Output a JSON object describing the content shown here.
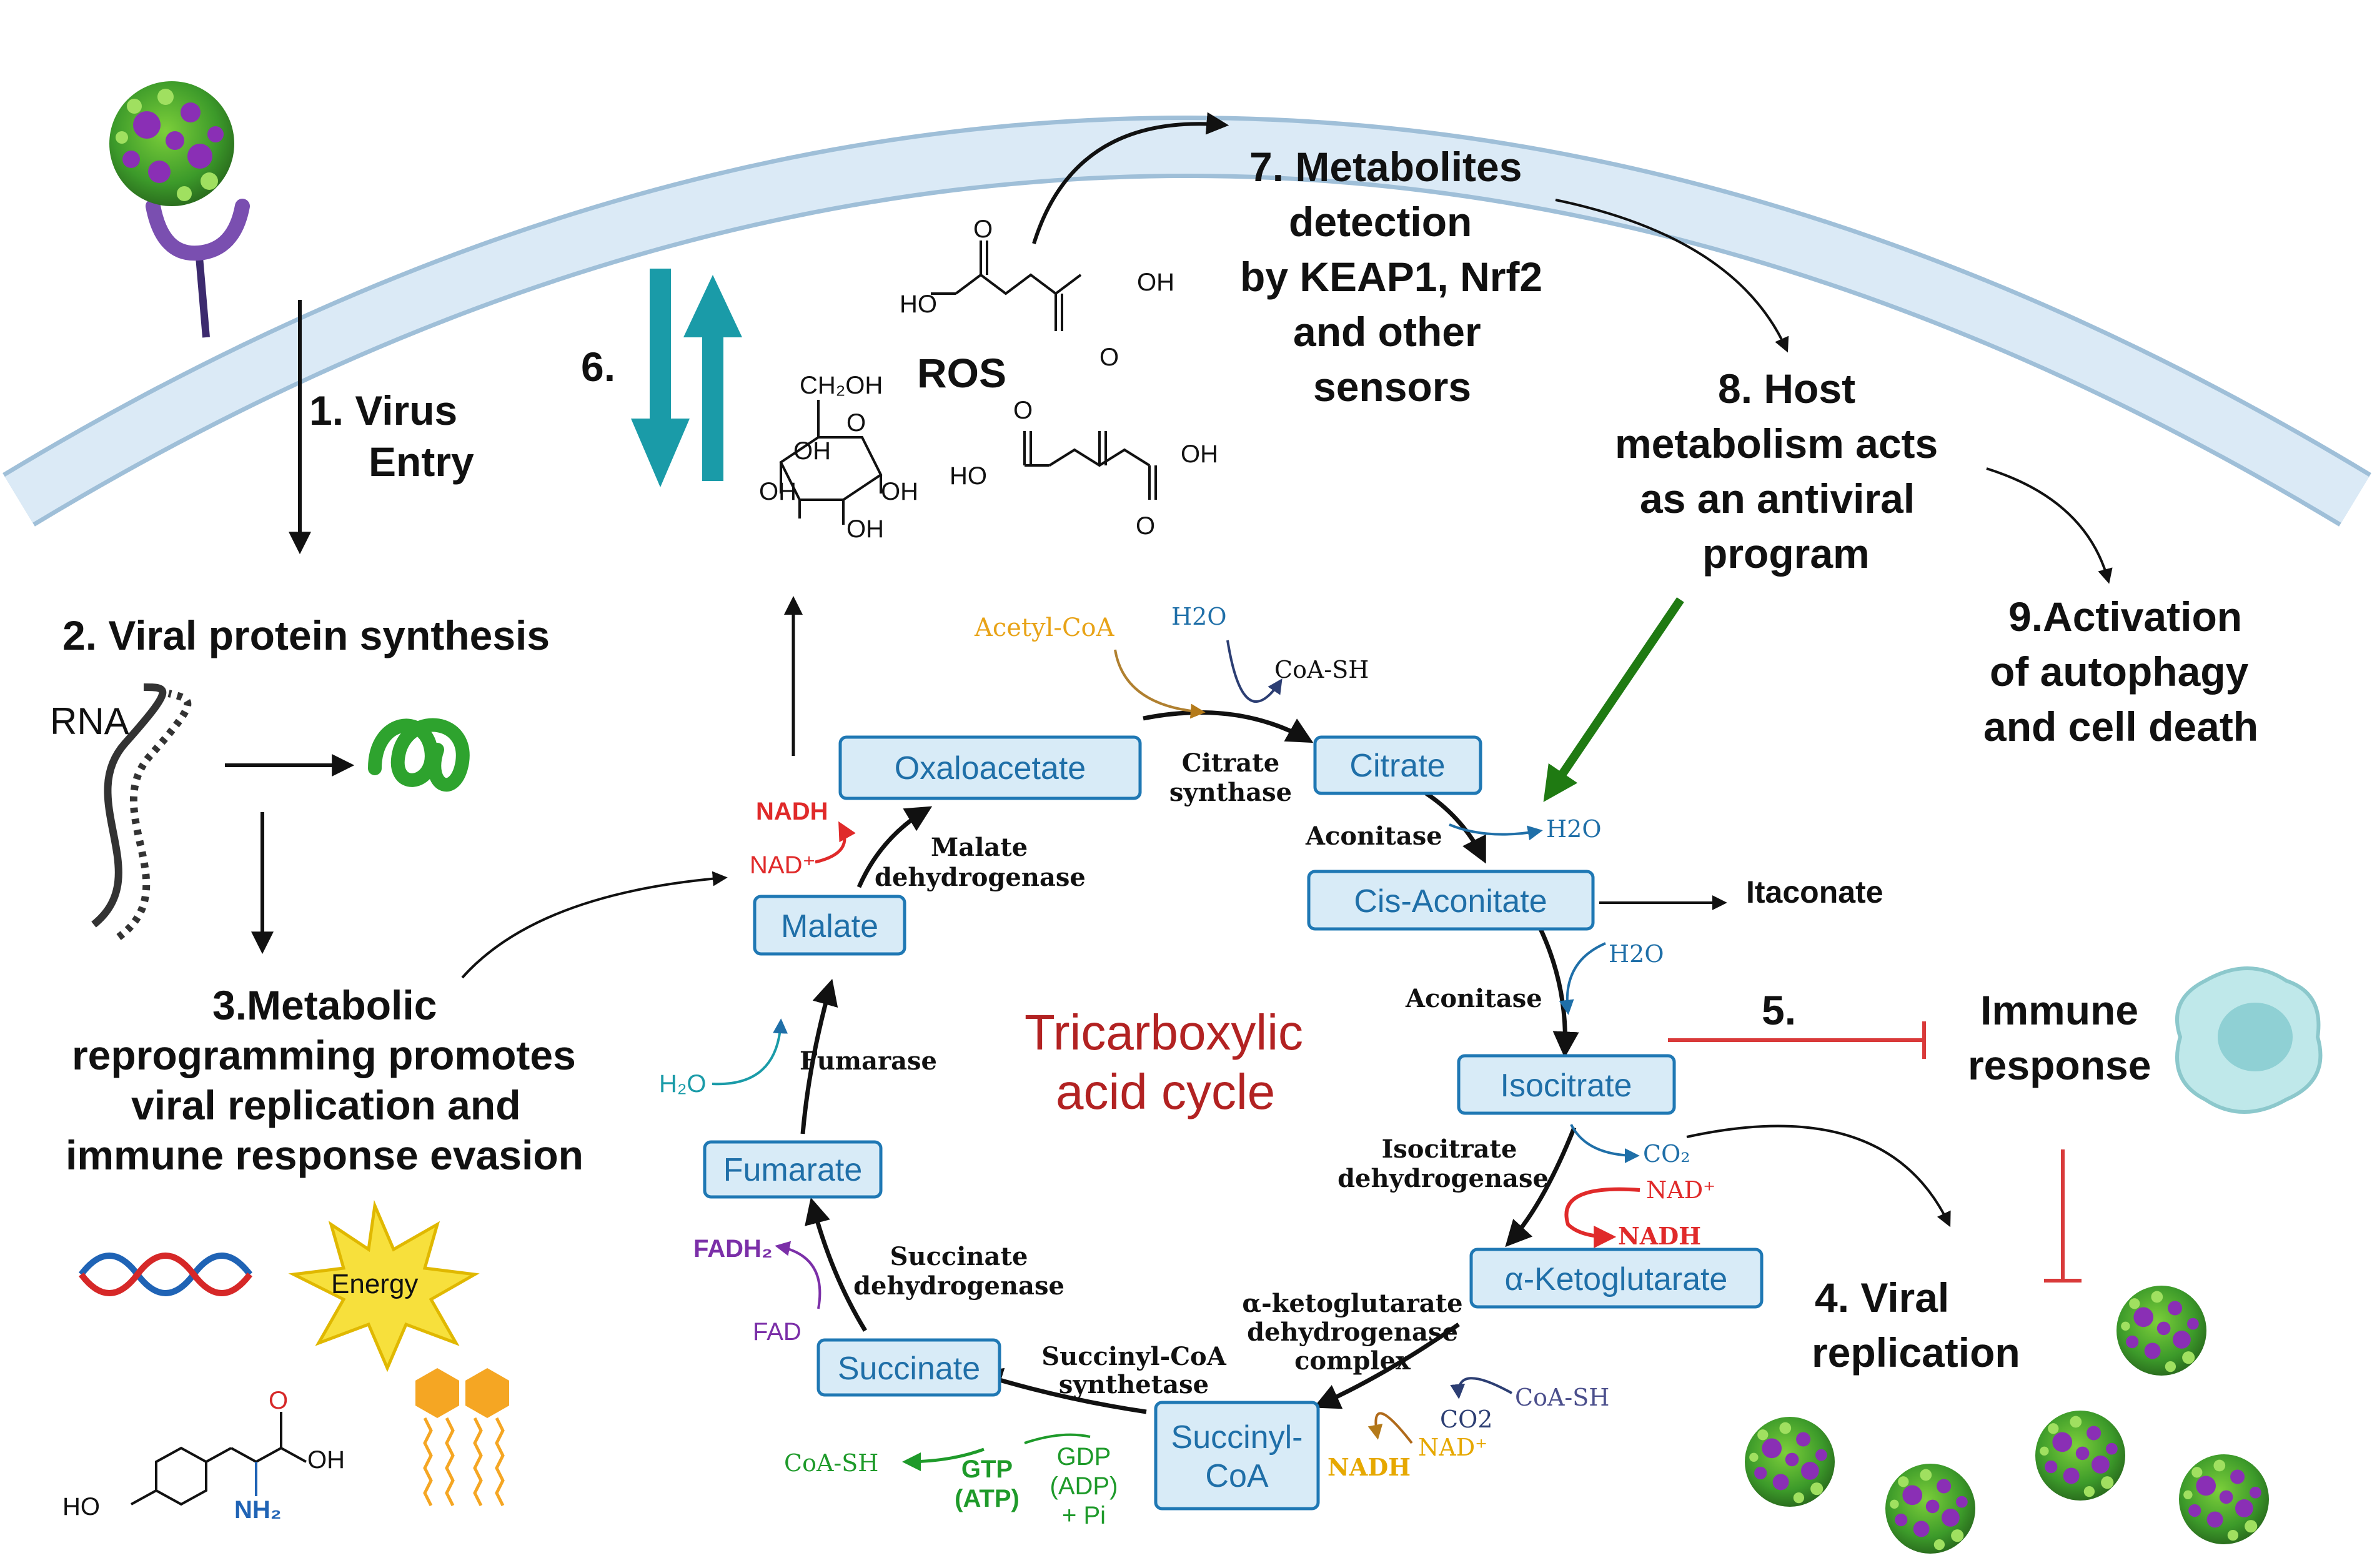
{
  "steps": {
    "virus_entry_1": "1.  Virus",
    "virus_entry_2": "Entry",
    "protein_synthesis": "2. Viral protein synthesis",
    "rna_label": "RNA",
    "reprogramming_1": "3.Metabolic",
    "reprogramming_2": "reprogramming promotes",
    "reprogramming_3": "viral replication and",
    "reprogramming_4": "immune response evasion",
    "energy_label": "Energy",
    "viral_replication_1": "4. Viral",
    "viral_replication_2": "replication",
    "step5": "5.",
    "immune_1": "Immune",
    "immune_2": "response",
    "step6": "6.",
    "ros": "ROS",
    "detection_1": "7. Metabolites",
    "detection_2": "detection",
    "detection_3": "by KEAP1, Nrf2",
    "detection_4": "and other",
    "detection_5": "sensors",
    "host_1": "8. Host",
    "host_2": "metabolism acts",
    "host_3": "as an antiviral",
    "host_4": "program",
    "autophagy_1": "9.Activation",
    "autophagy_2": "of autophagy",
    "autophagy_3": "and cell death"
  },
  "cycle": {
    "title_1": "Tricarboxylic",
    "title_2": "acid cycle",
    "metabolites": {
      "oxaloacetate": "Oxaloacetate",
      "citrate": "Citrate",
      "cis_aconitate": "Cis-Aconitate",
      "isocitrate": "Isocitrate",
      "a_ketoglutarate": "α-Ketoglutarate",
      "succinyl_coa_1": "Succinyl-",
      "succinyl_coa_2": "CoA",
      "succinate": "Succinate",
      "fumarate": "Fumarate",
      "malate": "Malate"
    },
    "enzymes": {
      "citrate_synthase_1": "Citrate",
      "citrate_synthase_2": "synthase",
      "aconitase_1": "Aconitase",
      "aconitase_2": "Aconitase",
      "idh_1": "Isocitrate",
      "idh_2": "dehydrogenase",
      "akgdh_1": "α-ketoglutarate",
      "akgdh_2": "dehydrogenase",
      "akgdh_3": "complex",
      "scs_1": "Succinyl-CoA",
      "scs_2": "synthetase",
      "sdh_1": "Succinate",
      "sdh_2": "dehydrogenase",
      "fumarase": "Fumarase",
      "mdh_1": "Malate",
      "mdh_2": "dehydrogenase"
    },
    "cofactors": {
      "acetyl_coa": "Acetyl-CoA",
      "h2o_cs": "H2O",
      "coash_cs": "CoA-SH",
      "h2o_aco1": "H2O",
      "h2o_aco2": "H2O",
      "itaconate": "Itaconate",
      "co2_idh": "CO₂",
      "nad_idh": "NAD⁺",
      "nadh_idh": "NADH",
      "coash_akg": "CoA-SH",
      "co2_akg": "CO2",
      "nad_akg": "NAD⁺",
      "nadh_akg": "NADH",
      "gdp_1": "GDP",
      "gdp_2": "(ADP)",
      "gdp_3": "+ Pi",
      "gtp_1": "GTP",
      "gtp_2": "(ATP)",
      "coash_scs": "CoA-SH",
      "fad": "FAD",
      "fadh2": "FADH₂",
      "h2o_fum": "H₂O",
      "nad_mdh": "NAD⁺",
      "nadh_mdh": "NADH"
    }
  },
  "molecules": {
    "succinate": {
      "o_top": "O",
      "oh": "OH",
      "ho": "HO",
      "o_bottom": "O"
    },
    "itaconate": {
      "o_top": "O",
      "ho": "HO",
      "oh": "OH",
      "o_bottom": "O"
    },
    "glucose": {
      "ch2oh": "CH₂OH",
      "o": "O",
      "oh1": "OH",
      "oh2": "OH",
      "oh3": "OH",
      "oh4": "OH"
    },
    "tyrosine": {
      "o": "O",
      "oh": "OH",
      "ho": "HO",
      "nh2": "NH₂"
    }
  },
  "colors": {
    "enzyme_box_fill": "#d8ebf7",
    "enzyme_box_stroke": "#1f78b4",
    "metabolite_text": "#1f6fa8",
    "cycle_title": "#b22222",
    "teal_arrow": "#1a9ba8",
    "host_arrow": "#1f7a12",
    "inhibit_red": "#d93a3a",
    "nadh_red": "#e02a2a",
    "acetyl_coa": "#e8a317",
    "fadh2_purple": "#7b2fa8",
    "gtp_green": "#1e9a2a",
    "nadh_akg_gold": "#e6a800",
    "membrane": "#cfe3f2"
  }
}
